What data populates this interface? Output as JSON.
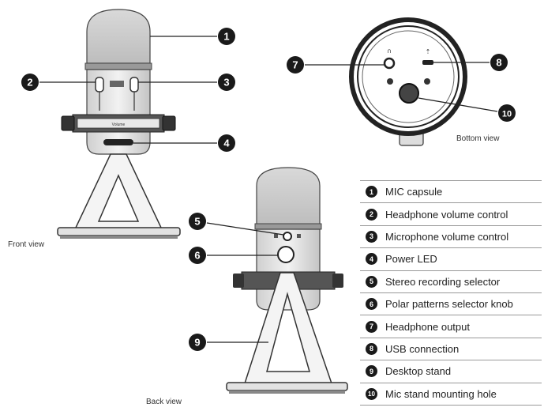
{
  "views": {
    "front": "Front view",
    "back": "Back view",
    "bottom": "Bottom view"
  },
  "mic_label_text": "Volume",
  "callouts": [
    "1",
    "2",
    "3",
    "4",
    "5",
    "6",
    "7",
    "8",
    "9",
    "10"
  ],
  "legend": [
    {
      "num": "1",
      "text": "MIC capsule"
    },
    {
      "num": "2",
      "text": "Headphone volume control"
    },
    {
      "num": "3",
      "text": "Microphone volume control"
    },
    {
      "num": "4",
      "text": "Power LED"
    },
    {
      "num": "5",
      "text": "Stereo recording selector"
    },
    {
      "num": "6",
      "text": "Polar patterns selector knob"
    },
    {
      "num": "7",
      "text": "Headphone output"
    },
    {
      "num": "8",
      "text": "USB connection"
    },
    {
      "num": "9",
      "text": "Desktop stand"
    },
    {
      "num": "10",
      "text": "Mic stand mounting hole"
    }
  ]
}
